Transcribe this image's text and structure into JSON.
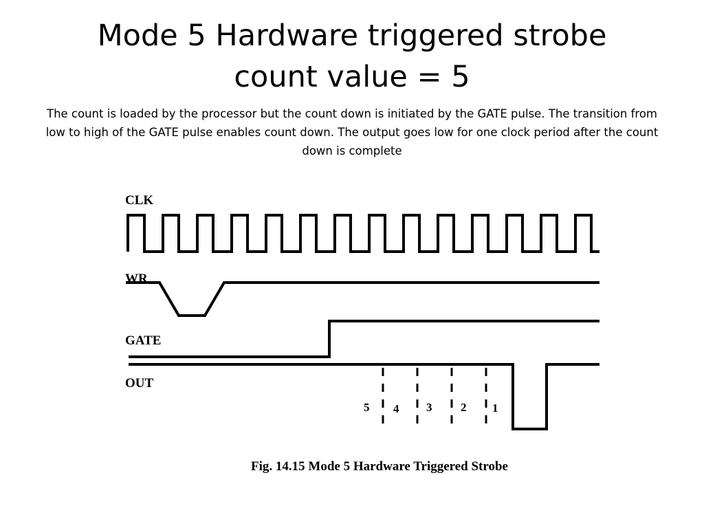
{
  "slide": {
    "title_line1": "Mode 5 Hardware triggered strobe",
    "title_line2": "count value = 5",
    "description": "The count is loaded by the processor but the count down is initiated by the GATE pulse. The transition from low to high of the GATE pulse enables count down. The output goes low for one clock period after the count down is complete"
  },
  "diagram": {
    "signals": {
      "clk": "CLK",
      "wr": "WR",
      "gate": "GATE",
      "out": "OUT"
    },
    "count_labels": [
      "5",
      "4",
      "3",
      "2",
      "1"
    ],
    "caption": "Fig. 14.15 Mode 5 Hardware Triggered Strobe"
  },
  "colors": {
    "background": "#ffffff",
    "ink": "#000000"
  }
}
